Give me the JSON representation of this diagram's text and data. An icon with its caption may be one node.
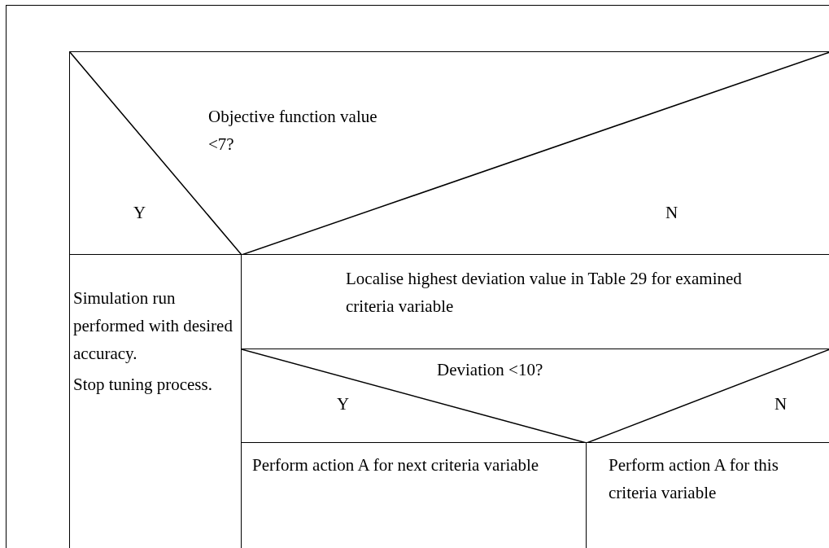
{
  "diagram": {
    "nodes": [
      {
        "text": [
          "Objective function value <7?",
          "Y",
          "N"
        ]
      },
      {
        "text": [
          "Simulation run performed with desired accuracy.",
          "Stop tuning process."
        ]
      },
      {
        "text": [
          "Localise highest deviation value in Table 29 for examined criteria variable"
        ]
      },
      {
        "text": [
          "Deviation <10?",
          "Y",
          "N"
        ]
      },
      {
        "text": [
          "Perform action A for next criteria variable"
        ]
      },
      {
        "text": [
          "Perform action A for this criteria variable"
        ]
      }
    ]
  }
}
